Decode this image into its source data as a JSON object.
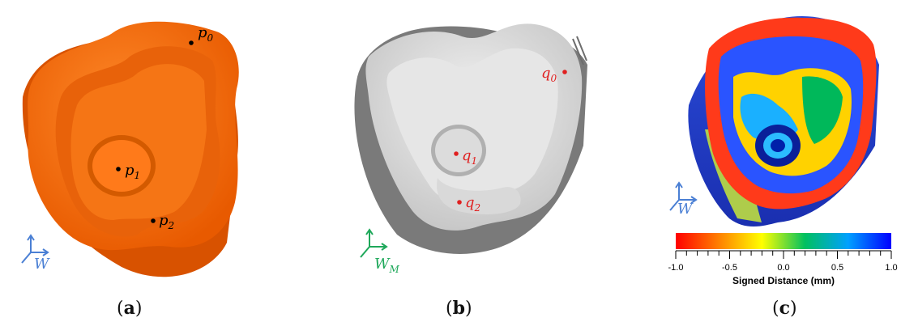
{
  "panels": [
    {
      "caption": "a",
      "points": [
        {
          "symbol": "p",
          "sub": "0"
        },
        {
          "symbol": "p",
          "sub": "1"
        },
        {
          "symbol": "p",
          "sub": "2"
        }
      ],
      "frame": {
        "symbol": "W",
        "sub": ""
      }
    },
    {
      "caption": "b",
      "points": [
        {
          "symbol": "q",
          "sub": "0"
        },
        {
          "symbol": "q",
          "sub": "1"
        },
        {
          "symbol": "q",
          "sub": "2"
        }
      ],
      "frame": {
        "symbol": "W",
        "sub": "M"
      }
    },
    {
      "caption": "c",
      "frame": {
        "symbol": "W",
        "sub": ""
      },
      "colorbar": {
        "ticks": [
          "-1.0",
          "-0.5",
          "0.0",
          "0.5",
          "1.0"
        ],
        "title": "Signed Distance (mm)",
        "stops": [
          "#ff0000",
          "#ff8000",
          "#ffff00",
          "#00c060",
          "#00a0ff",
          "#0000ff"
        ]
      }
    }
  ],
  "colors": {
    "orange_model": "#ff6a00",
    "scan_gray": "#9a9a9a",
    "point_black": "#000000",
    "point_red": "#e02020",
    "frame_blue": "#4a7fd4",
    "frame_green": "#1ea85a"
  }
}
